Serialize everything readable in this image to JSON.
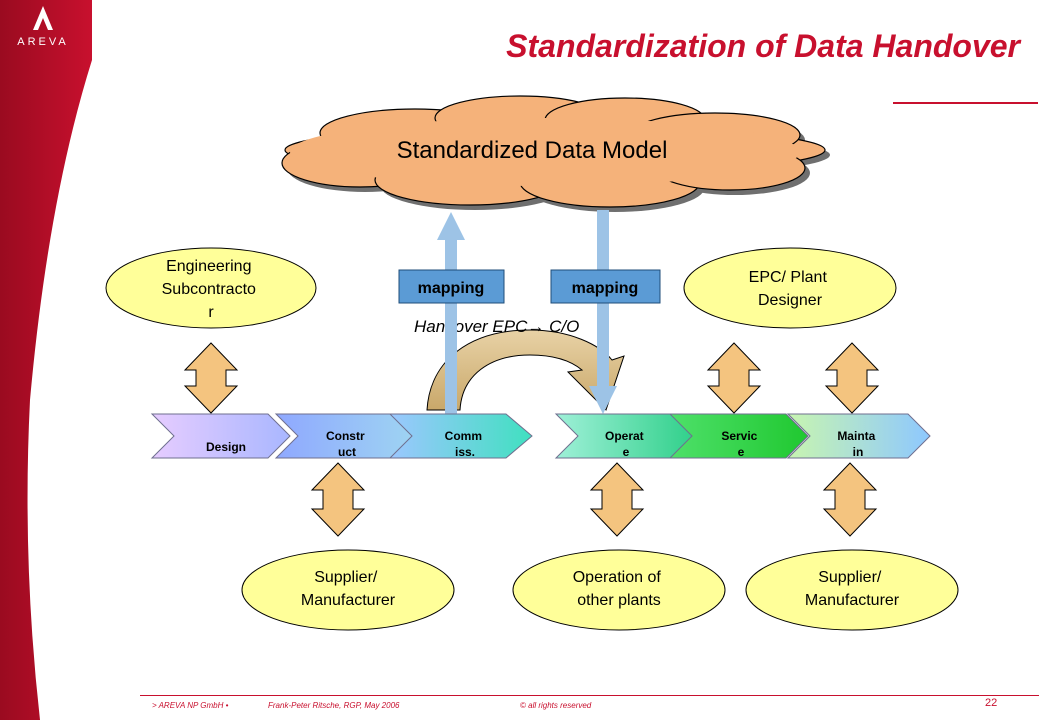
{
  "brand": {
    "name": "AREVA",
    "accent": "#c8102e"
  },
  "title": "Standardization of Data Handover",
  "cloud_label": "Standardized Data Model",
  "mapping_left": "mapping",
  "mapping_right": "mapping",
  "handover_label": "Handover EPC→ C/O",
  "phases": {
    "design": "Design",
    "construct": [
      "Constr",
      "uct"
    ],
    "commiss": [
      "Comm",
      "iss."
    ],
    "operate": [
      "Operat",
      "e"
    ],
    "service": [
      "Servic",
      "e"
    ],
    "maintain": [
      "Mainta",
      "in"
    ]
  },
  "stakeholders": {
    "engineering": [
      "Engineering",
      "Subcontracto",
      "r"
    ],
    "epc": [
      "EPC/ Plant",
      "Designer"
    ],
    "supplier_left": [
      "Supplier/",
      "Manufacturer"
    ],
    "operation_other": [
      "Operation of",
      "other plants"
    ],
    "supplier_right": [
      "Supplier/",
      "Manufacturer"
    ]
  },
  "footer": {
    "company": "> AREVA NP GmbH •",
    "author": "Frank-Peter Ritsche, RGP, May 2006",
    "rights": "© all rights reserved",
    "page": "22"
  },
  "colors": {
    "red": "#c8102e",
    "cloud_fill": "#f5b27a",
    "ellipse_fill": "#ffff99",
    "mapping_fill": "#5b9bd5",
    "arrow_blue": "#9dc3e6",
    "double_arrow_fill": "#f4c47f"
  }
}
